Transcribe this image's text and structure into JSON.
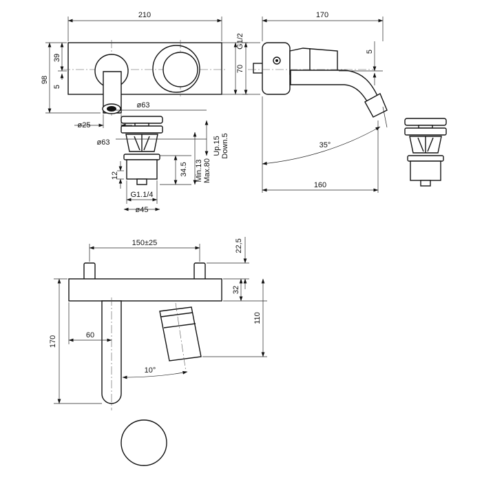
{
  "dims": {
    "front_width": "210",
    "front_height": "98",
    "thread_g12": "G1/2",
    "spout_vertical_39": "39",
    "spout_offset_5_left": "5",
    "outlet_diameter_25": "ø25",
    "flange_diameter_63_top": "ø63",
    "flange_diameter_63_bottom": "ø63",
    "side_depth": "170",
    "side_height_70": "70",
    "side_offset_5": "5",
    "side_projection": "160",
    "side_angle": "35°",
    "waste_height_12": "12",
    "waste_height_34_5": "34.5",
    "waste_min": "Min.13",
    "waste_max": "Max.80",
    "waste_up": "Up.15",
    "waste_down": "Down.5",
    "waste_thread": "G1.1/4",
    "waste_diameter_45": "ø45",
    "top_spacing": "150±25",
    "top_pin_22_5": "22,5",
    "top_body_32": "32",
    "top_total_110": "110",
    "top_total_170": "170",
    "top_spout_60": "60",
    "top_angle": "10°"
  }
}
